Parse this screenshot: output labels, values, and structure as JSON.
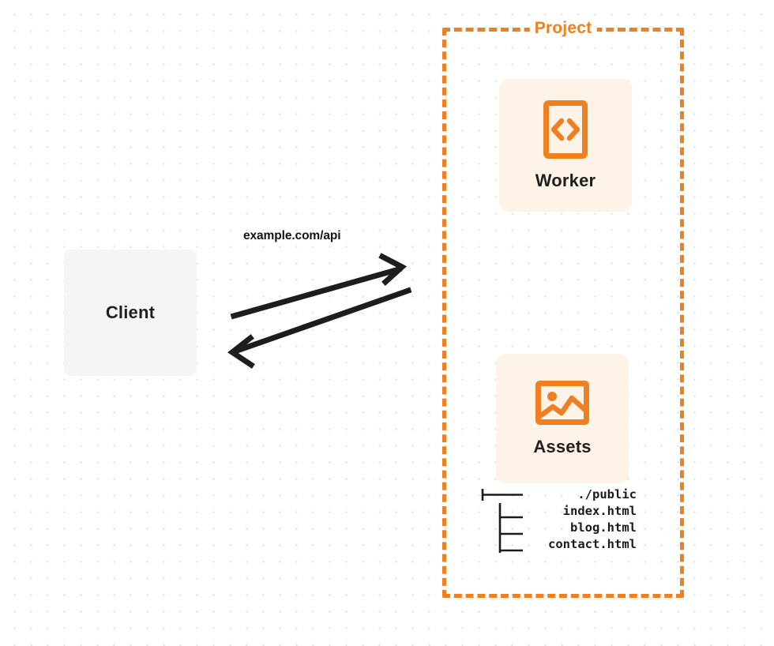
{
  "diagram": {
    "title": "Project",
    "background": {
      "dot_color": "#e6e6e8",
      "page_color": "#ffffff"
    },
    "colors": {
      "accent": "#ef8022",
      "card_background": "#fdf3e7",
      "client_background": "#f4f5f7",
      "text": "#1f1f20",
      "arrow": "#1d1d1d"
    },
    "client": {
      "label": "Client"
    },
    "connection": {
      "label": "example.com/api",
      "direction": "bidirectional"
    },
    "project": {
      "label": "Project",
      "services": [
        {
          "label": "Worker",
          "icon": "code-brackets-icon"
        },
        {
          "label": "Assets",
          "icon": "image-icon"
        }
      ],
      "file_tree": [
        {
          "prefix": "root-branch",
          "name": "./public"
        },
        {
          "prefix": "child-branch",
          "name": "index.html"
        },
        {
          "prefix": "child-branch",
          "name": "blog.html"
        },
        {
          "prefix": "child-branch",
          "name": "contact.html"
        }
      ]
    }
  }
}
